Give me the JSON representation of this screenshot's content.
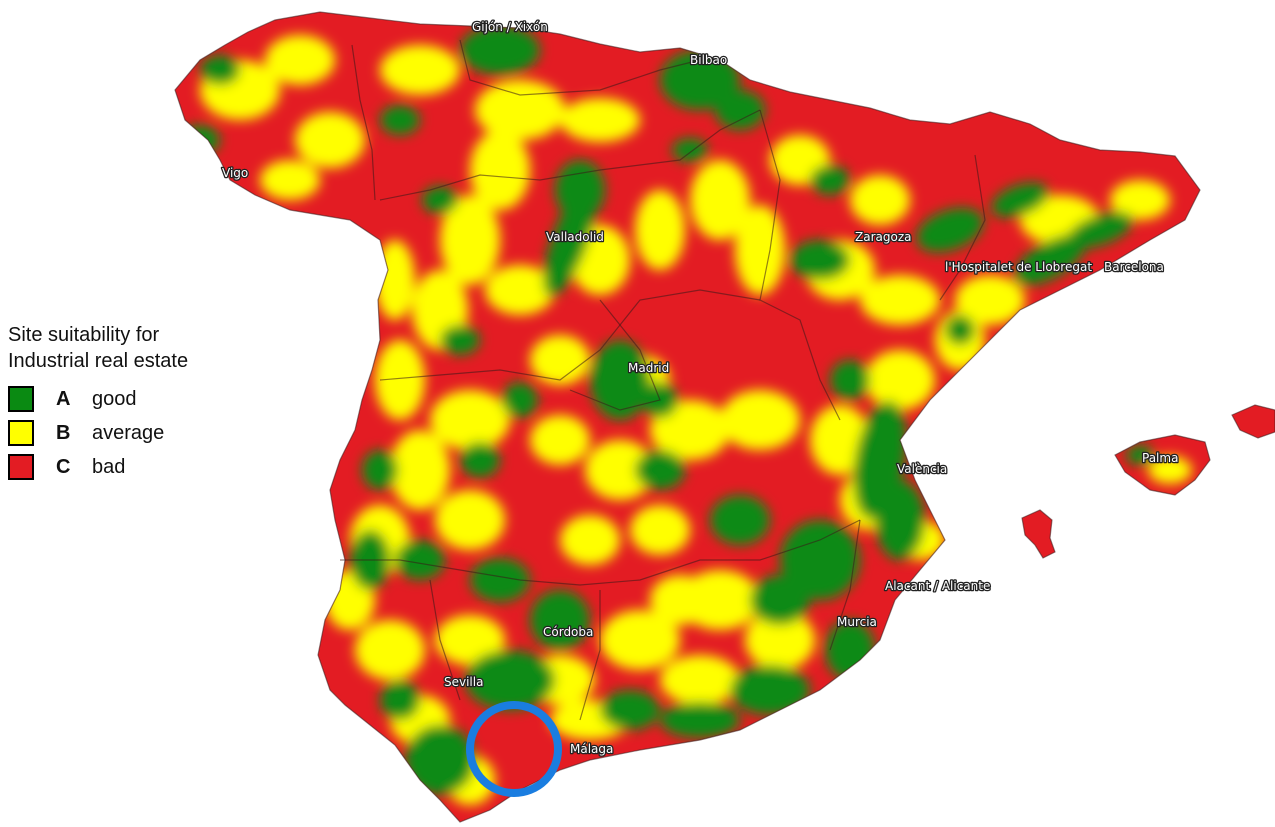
{
  "legend": {
    "title_line1": "Site suitability for",
    "title_line2": "Industrial real estate",
    "items": [
      {
        "grade": "A",
        "label": "good",
        "color": "#0a8a12"
      },
      {
        "grade": "B",
        "label": "average",
        "color": "#ffff00"
      },
      {
        "grade": "C",
        "label": "bad",
        "color": "#e31c23"
      }
    ]
  },
  "map": {
    "base_color": "#e31c23",
    "highlight_color": "#1a7de0",
    "cities": [
      {
        "name": "Gijón / Xixón"
      },
      {
        "name": "Bilbao"
      },
      {
        "name": "Vigo"
      },
      {
        "name": "Valladolid"
      },
      {
        "name": "Zaragoza"
      },
      {
        "name": "l'Hospitalet de Llobregat"
      },
      {
        "name": "Barcelona"
      },
      {
        "name": "Madrid"
      },
      {
        "name": "València"
      },
      {
        "name": "Palma"
      },
      {
        "name": "Alacant / Alicante"
      },
      {
        "name": "Murcia"
      },
      {
        "name": "Córdoba"
      },
      {
        "name": "Sevilla"
      },
      {
        "name": "Málaga"
      }
    ]
  }
}
